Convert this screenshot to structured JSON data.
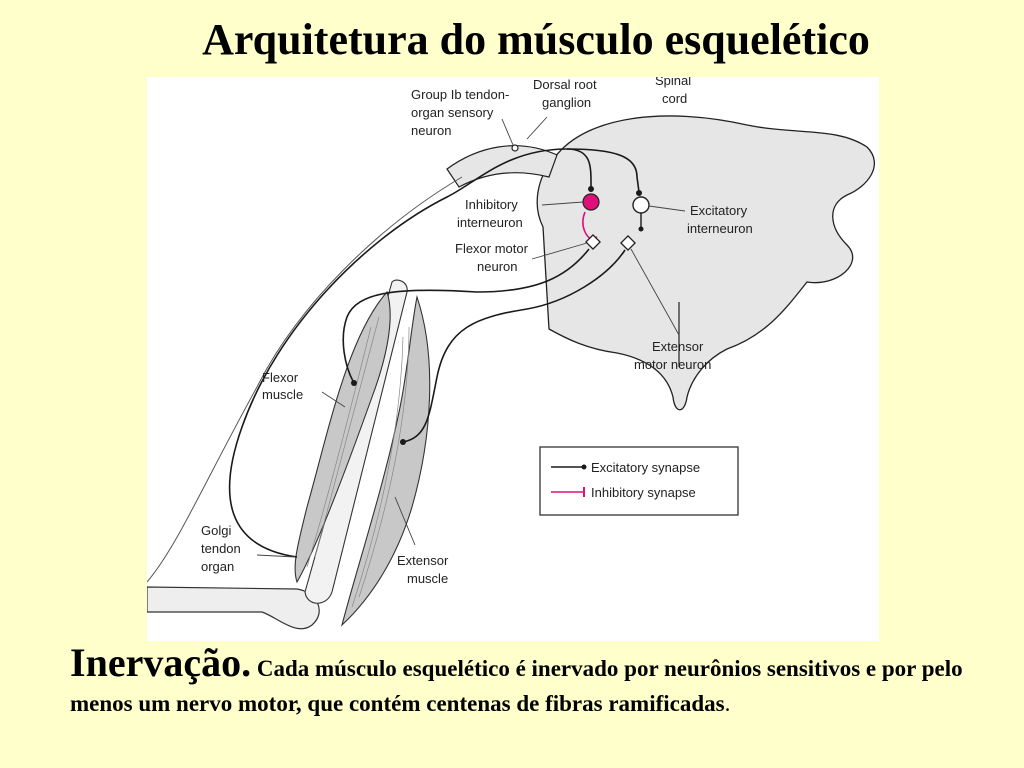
{
  "slide": {
    "title": "Arquitetura do músculo esquelético"
  },
  "diagram": {
    "labels": {
      "group_ib_1": "Group Ib tendon-",
      "group_ib_2": "organ sensory",
      "group_ib_3": "neuron",
      "drg_1": "Dorsal root",
      "drg_2": "ganglion",
      "spinal_1": "Spinal",
      "spinal_2": "cord",
      "inhib_1": "Inhibitory",
      "inhib_2": "interneuron",
      "flexmot_1": "Flexor motor",
      "flexmot_2": "neuron",
      "excit_1": "Excitatory",
      "excit_2": "interneuron",
      "extmot_1": "Extensor",
      "extmot_2": "motor neuron",
      "flexmus_1": "Flexor",
      "flexmus_2": "muscle",
      "golgi_1": "Golgi",
      "golgi_2": "tendon",
      "golgi_3": "organ",
      "extmus_1": "Extensor",
      "extmus_2": "muscle"
    },
    "legend": {
      "excitatory": "Excitatory synapse",
      "inhibitory": "Inhibitory synapse"
    },
    "colors": {
      "inhibitory": "#e0107a",
      "cord": "#e6e6e6",
      "muscle": "#c8c8c8",
      "line": "#1a1a1a"
    }
  },
  "caption": {
    "lead": "Inervação.",
    "text_1": " Cada músculo esquelético é inervado por neurônios sensitivos e por pelo menos um nervo motor, que contém centenas de fibras ramificadas",
    "text_2": "."
  }
}
